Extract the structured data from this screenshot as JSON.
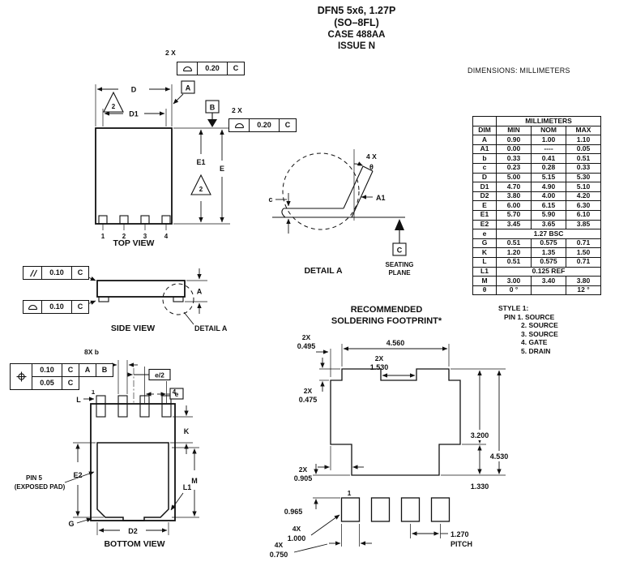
{
  "header": {
    "title_line1": "DFN5 5x6, 1.27P",
    "title_line2": "(SO–8FL)",
    "title_line3": "CASE 488AA",
    "title_line4": "ISSUE N",
    "dimensions_note": "DIMENSIONS: MILLIMETERS"
  },
  "dim_table": {
    "title": "MILLIMETERS",
    "col_dim": "DIM",
    "columns": [
      "MIN",
      "NOM",
      "MAX"
    ],
    "rows": [
      {
        "dim": "A",
        "min": "0.90",
        "nom": "1.00",
        "max": "1.10"
      },
      {
        "dim": "A1",
        "min": "0.00",
        "nom": "----",
        "max": "0.05"
      },
      {
        "dim": "b",
        "min": "0.33",
        "nom": "0.41",
        "max": "0.51"
      },
      {
        "dim": "c",
        "min": "0.23",
        "nom": "0.28",
        "max": "0.33"
      },
      {
        "dim": "D",
        "min": "5.00",
        "nom": "5.15",
        "max": "5.30"
      },
      {
        "dim": "D1",
        "min": "4.70",
        "nom": "4.90",
        "max": "5.10"
      },
      {
        "dim": "D2",
        "min": "3.80",
        "nom": "4.00",
        "max": "4.20"
      },
      {
        "dim": "E",
        "min": "6.00",
        "nom": "6.15",
        "max": "6.30"
      },
      {
        "dim": "E1",
        "min": "5.70",
        "nom": "5.90",
        "max": "6.10"
      },
      {
        "dim": "E2",
        "min": "3.45",
        "nom": "3.65",
        "max": "3.85"
      },
      {
        "dim": "e",
        "span": "1.27 BSC"
      },
      {
        "dim": "G",
        "min": "0.51",
        "nom": "0.575",
        "max": "0.71"
      },
      {
        "dim": "K",
        "min": "1.20",
        "nom": "1.35",
        "max": "1.50"
      },
      {
        "dim": "L",
        "min": "0.51",
        "nom": "0.575",
        "max": "0.71"
      },
      {
        "dim": "L1",
        "span": "0.125 REF"
      },
      {
        "dim": "M",
        "min": "3.00",
        "nom": "3.40",
        "max": "3.80"
      },
      {
        "dim": "θ",
        "min": "0 °",
        "nom": "",
        "max": "12 °"
      }
    ]
  },
  "style_notes": {
    "title": "STYLE 1:",
    "line1": "PIN 1. SOURCE",
    "line2": "2. SOURCE",
    "line3": "3. SOURCE",
    "line4": "4. GATE",
    "line5": "5. DRAIN"
  },
  "top_view": {
    "label": "TOP VIEW",
    "dim_d": "D",
    "dim_d1": "D1",
    "dim_e": "E",
    "dim_e1": "E1",
    "datum_a": "A",
    "datum_b": "B",
    "note_2": "2",
    "fcf_a_count": "2 X",
    "fcf_a_tol": "0.20",
    "fcf_a_datum": "C",
    "fcf_b_count": "2 X",
    "fcf_b_tol": "0.20",
    "fcf_b_datum": "C",
    "pins": [
      "1",
      "2",
      "3",
      "4"
    ]
  },
  "side_view": {
    "label": "SIDE VIEW",
    "dim_a": "A",
    "detail_callout": "DETAIL A",
    "fcf_par_tol": "0.10",
    "fcf_par_datum": "C",
    "fcf_prof_tol": "0.10",
    "fcf_prof_datum": "C"
  },
  "detail_a": {
    "label": "DETAIL A",
    "angle_count": "4 X",
    "angle_symbol": "θ",
    "dim_c": "c",
    "dim_a1": "A1",
    "datum_c": "C",
    "seating_line1": "SEATING",
    "seating_line2": "PLANE"
  },
  "bottom_view": {
    "label": "BOTTOM VIEW",
    "lead_width_note": "8X b",
    "pin_1": "1",
    "pin_4": "4",
    "dim_l": "L",
    "dim_e_half": "e/2",
    "dim_e": "e",
    "dim_k": "K",
    "dim_e2": "E2",
    "dim_m": "M",
    "dim_l1": "L1",
    "dim_g": "G",
    "dim_d2": "D2",
    "pin5_line1": "PIN 5",
    "pin5_line2": "(EXPOSED PAD)",
    "fcf_tol_1": "0.10",
    "fcf_datum_1": "C",
    "fcf_datum_2": "A",
    "fcf_datum_3": "B",
    "fcf_tol_2": "0.05",
    "fcf_datum_4": "C"
  },
  "footprint": {
    "title_line1": "RECOMMENDED",
    "title_line2": "SOLDERING FOOTPRINT*",
    "dim_tab_width_count": "2X",
    "dim_tab_width": "0.495",
    "dim_overall_width": "4.560",
    "dim_notch_count": "2X",
    "dim_notch": "1.530",
    "dim_step_count": "2X",
    "dim_step": "0.475",
    "dim_pad_height": "3.200",
    "dim_overall_height": "4.530",
    "dim_lower_height": "1.330",
    "dim_inset_count": "2X",
    "dim_inset": "0.905",
    "dim_gap": "0.965",
    "pin1": "1",
    "dim_pad_len_count": "4X",
    "dim_pad_len": "1.000",
    "dim_pad_width_count": "4X",
    "dim_pad_width": "0.750",
    "dim_pitch": "1.270",
    "dim_pitch_label": "PITCH"
  },
  "symbols": {
    "fcf_profile": "profile-of-line",
    "fcf_parallel": "parallelism",
    "fcf_position": "true-position",
    "datum_target": "filled-triangle",
    "seating_plane_marker": "filled-triangle"
  }
}
